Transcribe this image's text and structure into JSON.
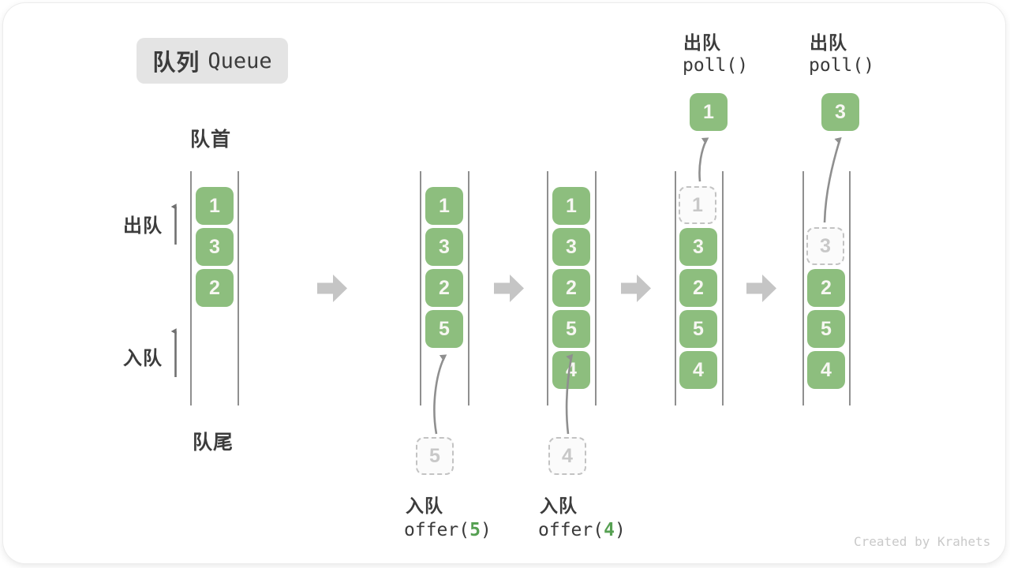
{
  "title": {
    "zh": "队列",
    "en": "Queue"
  },
  "labels": {
    "front": "队首",
    "rear": "队尾",
    "dequeue": "出队",
    "enqueue": "入队"
  },
  "watermark": "Created by Krahets",
  "colors": {
    "box_green": "#8dbe7e",
    "box_text": "#f7f7f2",
    "dashed_border": "#c3c3c3",
    "dashed_text": "#c8c8c8",
    "text_dark": "#3c3c3c",
    "code_arg_green": "#56a052",
    "block_arrow": "#c5c5c5",
    "thin_arrow": "#8f8f8f",
    "wall": "#8f8f8f",
    "badge_bg": "#e4e4e4"
  },
  "states": [
    {
      "slots": [
        {
          "v": "1"
        },
        {
          "v": "3"
        },
        {
          "v": "2"
        }
      ]
    },
    {
      "slots": [
        {
          "v": "1"
        },
        {
          "v": "3"
        },
        {
          "v": "2"
        },
        {
          "v": "5"
        }
      ],
      "pending": {
        "v": "5"
      },
      "op": {
        "label": "入队",
        "code_pre": "offer(",
        "code_arg": "5",
        "code_post": ")"
      }
    },
    {
      "slots": [
        {
          "v": "1"
        },
        {
          "v": "3"
        },
        {
          "v": "2"
        },
        {
          "v": "5"
        },
        {
          "v": "4"
        }
      ],
      "pending": {
        "v": "4"
      },
      "op": {
        "label": "入队",
        "code_pre": "offer(",
        "code_arg": "4",
        "code_post": ")"
      }
    },
    {
      "slots": [
        {
          "v": "1",
          "t": "dashed"
        },
        {
          "v": "3"
        },
        {
          "v": "2"
        },
        {
          "v": "5"
        },
        {
          "v": "4"
        }
      ],
      "out": {
        "v": "1"
      },
      "op": {
        "label": "出队",
        "code": "poll()"
      }
    },
    {
      "slots": [
        {
          "v": "3",
          "t": "dashed"
        },
        {
          "v": "2"
        },
        {
          "v": "5"
        },
        {
          "v": "4"
        }
      ],
      "out": {
        "v": "3"
      },
      "op": {
        "label": "出队",
        "code": "poll()"
      }
    }
  ]
}
